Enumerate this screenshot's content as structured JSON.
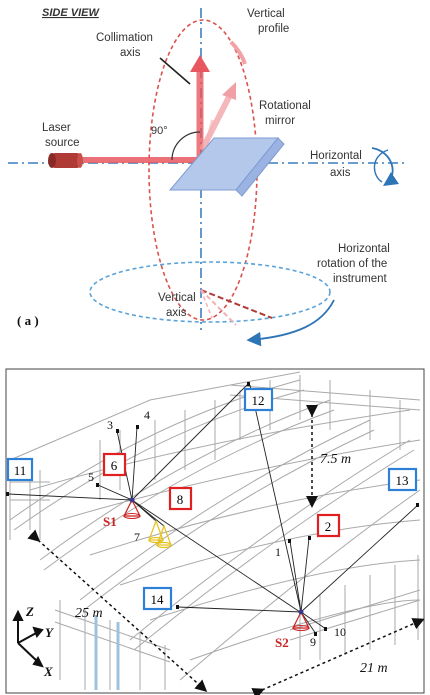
{
  "panel_a": {
    "title": "SIDE VIEW",
    "panel_label": "( a )",
    "labels": {
      "collimation": [
        "Collimation",
        "axis"
      ],
      "vertical_profile": [
        "Vertical",
        "profile"
      ],
      "rotational_mirror": [
        "Rotational",
        "mirror"
      ],
      "laser_source": [
        "Laser",
        "source"
      ],
      "angle": "90°",
      "horizontal_axis": [
        "Horizontal",
        "axis"
      ],
      "horizontal_rotation": [
        "Horizontal",
        "rotation of the",
        "instrument"
      ],
      "vertical_axis": [
        "Vertical",
        "axis"
      ]
    },
    "colors": {
      "beam": "#e8575f",
      "ellipse_red": "#d9534f",
      "ellipse_blue": "#5b9bd5",
      "mirror": "#b4c8ec",
      "laser": "#b03a36",
      "axis": "#2e75b6"
    }
  },
  "panel_b": {
    "dimensions": {
      "height": "7.5 m",
      "length": "25 m",
      "width": "21 m"
    },
    "stations": [
      "S1",
      "S2"
    ],
    "blue_targets": [
      "11",
      "12",
      "13",
      "14"
    ],
    "red_targets": [
      "6",
      "8",
      "2"
    ],
    "plain_targets": [
      "1",
      "3",
      "4",
      "5",
      "7",
      "9",
      "10"
    ],
    "axes": [
      "Z",
      "Y",
      "X"
    ],
    "colors": {
      "blue_box": "#2e7fd6",
      "red_box": "#e02020",
      "station": "#cc2222",
      "cone": "#e6c21c"
    }
  }
}
